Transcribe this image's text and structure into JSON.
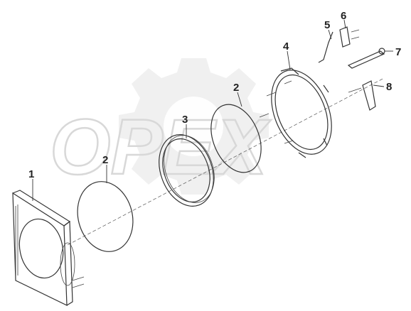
{
  "watermark": {
    "text": "OPEX"
  },
  "callouts": [
    {
      "id": "1",
      "label": "1"
    },
    {
      "id": "2a",
      "label": "2"
    },
    {
      "id": "3",
      "label": "3"
    },
    {
      "id": "2b",
      "label": "2"
    },
    {
      "id": "4",
      "label": "4"
    },
    {
      "id": "5",
      "label": "5"
    },
    {
      "id": "6",
      "label": "6"
    },
    {
      "id": "7",
      "label": "7"
    },
    {
      "id": "8",
      "label": "8"
    }
  ]
}
